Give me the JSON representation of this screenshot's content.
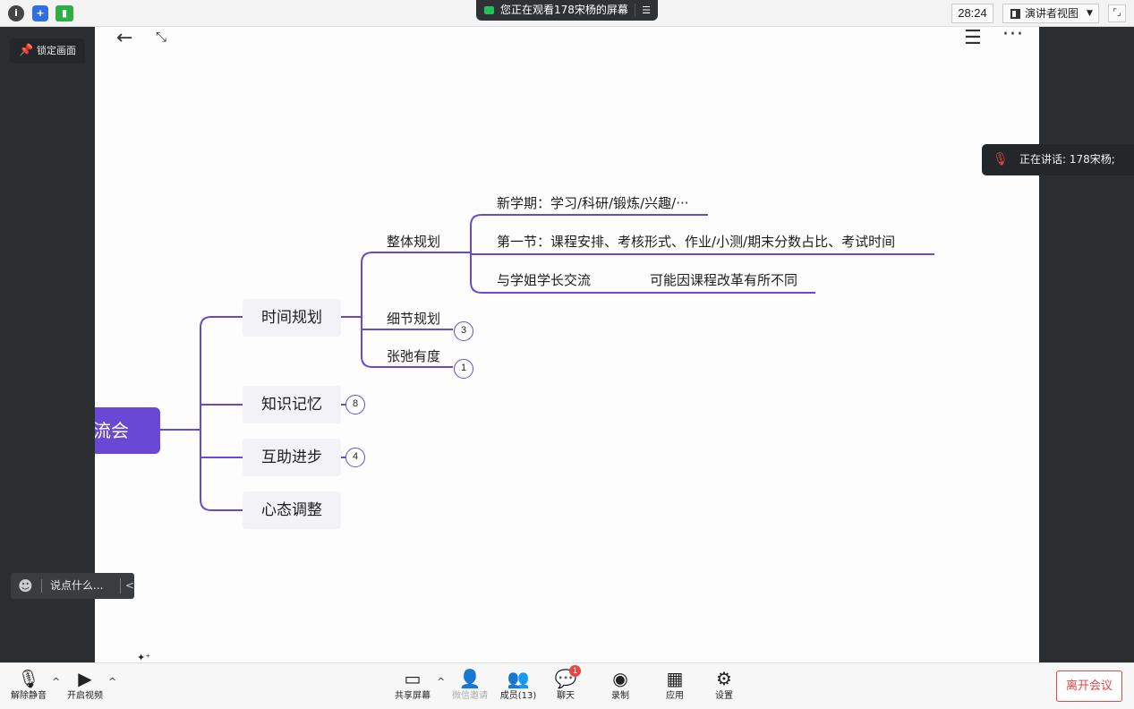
{
  "topbar": {
    "share_banner": "您正在观看178宋杨的屏幕",
    "share_menu_glyph": "☰",
    "timer": "28:24",
    "view_mode": "演讲者视图",
    "view_mode_caret": "▼",
    "fullscreen_glyph": "⌜⌟",
    "info_glyph": "i",
    "shield_glyph": "+",
    "signal_glyph": "▮"
  },
  "lock_screen": {
    "label": "锁定画面",
    "icon": "pin-icon",
    "glyph": "📌"
  },
  "canvas_controls": {
    "back": "←",
    "collapse": "⤡",
    "outline": "☰",
    "more": "···",
    "sparkle": "✦⁺"
  },
  "mindmap": {
    "root_label": "流会",
    "branches": [
      {
        "label": "时间规划",
        "children": [
          {
            "label": "整体规划",
            "children": [
              {
                "label": "新学期：学习/科研/锻炼/兴趣/···"
              },
              {
                "label": "第一节：课程安排、考核形式、作业/小测/期末分数占比、考试时间"
              },
              {
                "label": "与学姐学长交流",
                "note": "可能因课程改革有所不同"
              }
            ]
          },
          {
            "label": "细节规划",
            "collapsed_count": "3"
          },
          {
            "label": "张弛有度",
            "collapsed_count": "1"
          }
        ]
      },
      {
        "label": "知识记忆",
        "collapsed_count": "8"
      },
      {
        "label": "互助进步",
        "collapsed_count": "4"
      },
      {
        "label": "心态调整"
      }
    ],
    "colors": {
      "line": "#6a48d6",
      "root_fill": "#6a48d6",
      "node_fill": "#f3f2f6"
    }
  },
  "speaker": {
    "label": "正在讲话: 178宋杨;",
    "icon": "muted-mic-icon",
    "glyph": "🎙"
  },
  "chat_input": {
    "placeholder": "说点什么...",
    "emoji_glyph": "☻",
    "collapse_glyph": "<"
  },
  "toolbar": {
    "unmute": {
      "label": "解除静音",
      "glyph": "🎙"
    },
    "video": {
      "label": "开启视频",
      "glyph": "▶"
    },
    "caret": "^",
    "share": {
      "label": "共享屏幕",
      "glyph": "▭"
    },
    "wechat_invite": {
      "label": "微信邀请",
      "glyph": "👤"
    },
    "members": {
      "label": "成员(13)",
      "glyph": "👥"
    },
    "chat": {
      "label": "聊天",
      "glyph": "💬",
      "unread": "1"
    },
    "record": {
      "label": "录制",
      "glyph": "◉"
    },
    "apps": {
      "label": "应用",
      "glyph": "▦"
    },
    "settings": {
      "label": "设置",
      "glyph": "⚙"
    },
    "leave": "离开会议"
  }
}
